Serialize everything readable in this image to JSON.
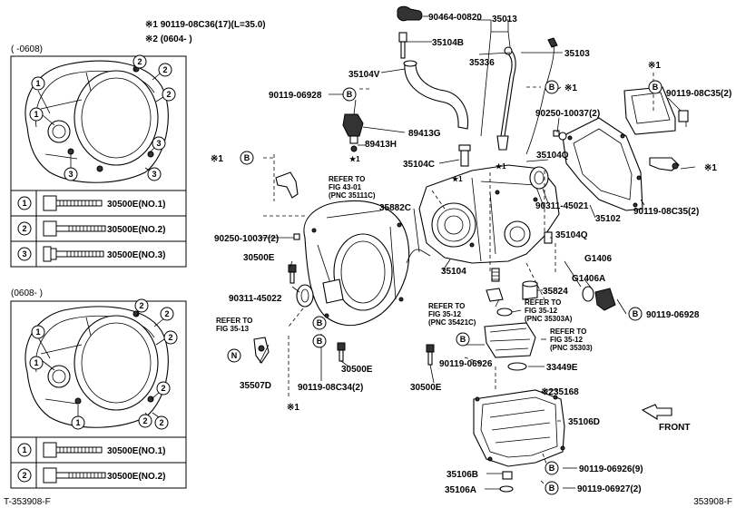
{
  "header": {
    "note1": "※1  90119-08C36(17)(L=35.0)",
    "note2": "※2 (0604-      )"
  },
  "legend": {
    "upper_range": "(      -0608)",
    "lower_range": "(0608-      )",
    "upper_rows": [
      {
        "idx": "1",
        "part": "30500E(NO.1)"
      },
      {
        "idx": "2",
        "part": "30500E(NO.2)"
      },
      {
        "idx": "3",
        "part": "30500E(NO.3)"
      }
    ],
    "lower_rows": [
      {
        "idx": "1",
        "part": "30500E(NO.1)"
      },
      {
        "idx": "2",
        "part": "30500E(NO.2)"
      }
    ]
  },
  "labels": {
    "p90464": "90464-00820",
    "p35013": "35013",
    "p35104B": "35104B",
    "p35336": "35336",
    "p35103": "35103",
    "p35104V": "35104V",
    "p90119_06928a": "90119-06928",
    "b_star1_top": "※1",
    "p90119_08C35a": "90119-08C35(2)",
    "p89413G": "89413G",
    "p89413H": "89413H",
    "p90250a": "90250-10037(2)",
    "p35104C": "35104C",
    "p35104Q_top": "35104Q",
    "p90311b": "90311-45021",
    "p35102": "35102",
    "p90119_08C35b": "90119-08C35(2)",
    "refer43_1": "REFER TO",
    "refer43_2": "FIG 43-01",
    "refer43_3": "(PNC 35111C)",
    "p35882C": "35882C",
    "p90250b": "90250-10037(2)",
    "p35104Q_bot": "35104Q",
    "pG1406": "G1406",
    "pG1406A": "G1406A",
    "p30500E_a": "30500E",
    "p35104": "35104",
    "p90311a": "90311-45022",
    "p35824": "35824",
    "refer3512a_1": "REFER TO",
    "refer3512a_2": "FIG 35-12",
    "refer3512a_3": "(PNC 35421C)",
    "refer3512b_1": "REFER TO",
    "refer3512b_2": "FIG 35-12",
    "refer3512b_3": "(PNC 35303A)",
    "p90119_06928b": "90119-06928",
    "refer3513_1": "REFER TO",
    "refer3513_2": "FIG 35-13",
    "refer3512c_1": "REFER TO",
    "refer3512c_2": "FIG 35-12",
    "refer3512c_3": "(PNC 35303)",
    "p90119_06926": "90119-06926",
    "p30500E_b": "30500E",
    "p33449E": "33449E",
    "p35507D": "35507D",
    "p90119_08C34": "90119-08C34(2)",
    "p30500E_c": "30500E",
    "p35168": "※235168",
    "p35106D": "35106D",
    "front": "FRONT",
    "p90119_06926_9": "90119-06926(9)",
    "p35106B": "35106B",
    "p35106A": "35106A",
    "p90119_06927": "90119-06927(2)",
    "star1": "※1",
    "star1_small": "★1"
  },
  "footer": {
    "left_code": "T-353908-F",
    "right_code": "353908-F"
  }
}
